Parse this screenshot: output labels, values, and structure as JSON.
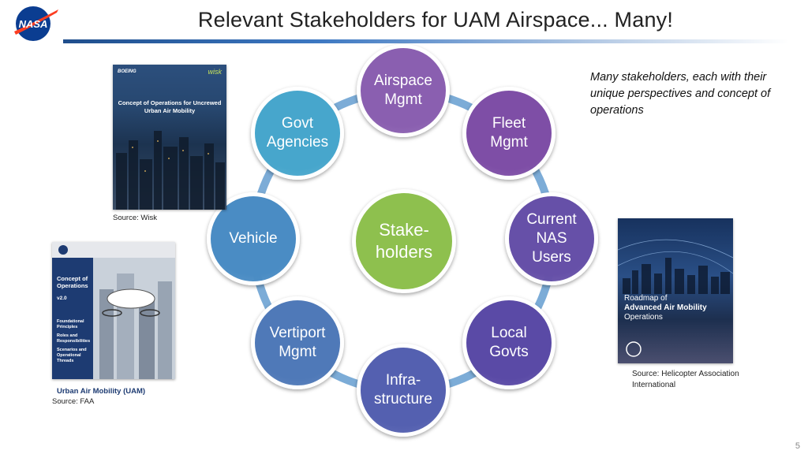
{
  "header": {
    "logo_label": "NASA",
    "title": "Relevant Stakeholders for UAM Airspace... Many!"
  },
  "note": "Many stakeholders, each with their unique perspectives and concept of operations",
  "cycle": {
    "center": "Stake-\nholders",
    "nodes": [
      {
        "label": "Airspace\nMgmt",
        "color": "#8a5fb0"
      },
      {
        "label": "Fleet\nMgmt",
        "color": "#7e4ea6"
      },
      {
        "label": "Current\nNAS\nUsers",
        "color": "#6650a8"
      },
      {
        "label": "Local\nGovts",
        "color": "#5a4aa6"
      },
      {
        "label": "Infra-\nstructure",
        "color": "#5460b0"
      },
      {
        "label": "Vertiport\nMgmt",
        "color": "#4f79b8"
      },
      {
        "label": "Vehicle",
        "color": "#4a8cc4"
      },
      {
        "label": "Govt\nAgencies",
        "color": "#47a6cc"
      }
    ],
    "center_color": "#8ec04e"
  },
  "sources": {
    "wisk": {
      "caption": "Source: Wisk",
      "cover_title": "Concept of Operations for Uncrewed Urban Air Mobility",
      "brand_left": "BOEING",
      "brand_right": "wisk"
    },
    "faa": {
      "caption_title": "Urban Air Mobility (UAM)",
      "caption": "Source: FAA",
      "cover_title": "Concept of Operations",
      "version": "v2.0",
      "items": [
        "Foundational Principles",
        "Roles and Responsibilities",
        "Scenarios and Operational Threads"
      ]
    },
    "hai": {
      "caption": "Source: Helicopter Association International",
      "cover_line1": "Roadmap of",
      "cover_line2": "Advanced Air Mobility",
      "cover_line3": "Operations"
    }
  },
  "page_number": "5"
}
